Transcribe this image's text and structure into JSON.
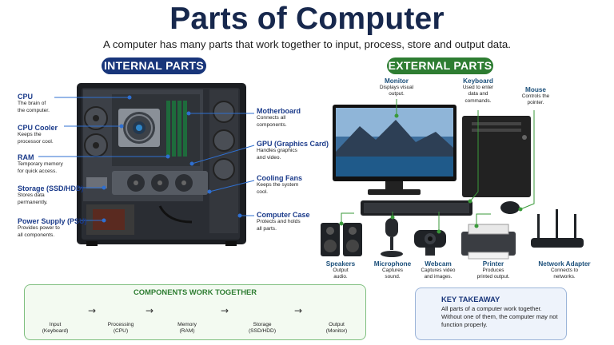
{
  "header": {
    "title": "Parts of Computer",
    "subtitle": "A computer has many parts that work together to input, process, store and output data."
  },
  "sections": {
    "internal_label": "INTERNAL PARTS",
    "external_label": "EXTERNAL PARTS"
  },
  "internal_left": [
    {
      "name": "CPU",
      "desc": [
        "The brain of",
        "the computer."
      ]
    },
    {
      "name": "CPU Cooler",
      "desc": [
        "Keeps the",
        "processor cool."
      ]
    },
    {
      "name": "RAM",
      "desc": [
        "Temporary memory",
        "for quick access."
      ]
    },
    {
      "name": "Storage (SSD/HDD)",
      "desc": [
        "Stores data",
        "permanently."
      ]
    },
    {
      "name": "Power Supply (PSU)",
      "desc": [
        "Provides power to",
        "all components."
      ]
    }
  ],
  "internal_right": [
    {
      "name": "Motherboard",
      "desc": [
        "Connects all",
        "components."
      ]
    },
    {
      "name": "GPU (Graphics Card)",
      "desc": [
        "Handles graphics",
        "and video."
      ]
    },
    {
      "name": "Cooling Fans",
      "desc": [
        "Keeps the system",
        "cool."
      ]
    },
    {
      "name": "Computer Case",
      "desc": [
        "Protects and holds",
        "all parts."
      ]
    }
  ],
  "external_top": [
    {
      "name": "Monitor",
      "desc": [
        "Displays visual",
        "output."
      ]
    },
    {
      "name": "Keyboard",
      "desc": [
        "Used to enter",
        "data and",
        "commands."
      ]
    },
    {
      "name": "Mouse",
      "desc": [
        "Controls the",
        "pointer."
      ]
    }
  ],
  "external_bottom": [
    {
      "name": "Speakers",
      "desc": [
        "Output",
        "audio."
      ]
    },
    {
      "name": "Microphone",
      "desc": [
        "Captures",
        "sound."
      ]
    },
    {
      "name": "Webcam",
      "desc": [
        "Captures video",
        "and images."
      ]
    },
    {
      "name": "Printer",
      "desc": [
        "Produces",
        "printed output."
      ]
    },
    {
      "name": "Network Adapter",
      "desc": [
        "Connects to",
        "networks."
      ]
    }
  ],
  "works_together": {
    "title": "COMPONENTS WORK TOGETHER",
    "steps": [
      {
        "line1": "Input",
        "line2": "(Keyboard)"
      },
      {
        "line1": "Processing",
        "line2": "(CPU)"
      },
      {
        "line1": "Memory",
        "line2": "(RAM)"
      },
      {
        "line1": "Storage",
        "line2": "(SSD/HDD)"
      },
      {
        "line1": "Output",
        "line2": "(Monitor)"
      }
    ]
  },
  "key_takeaway": {
    "title": "KEY TAKEAWAY",
    "text": "All parts of a computer work together. Without one of them, the computer may not function properly."
  },
  "colors": {
    "navy": "#18357a",
    "green": "#2e7d32",
    "leader_blue": "#2f6fd0",
    "leader_green": "#3a9a3a"
  }
}
